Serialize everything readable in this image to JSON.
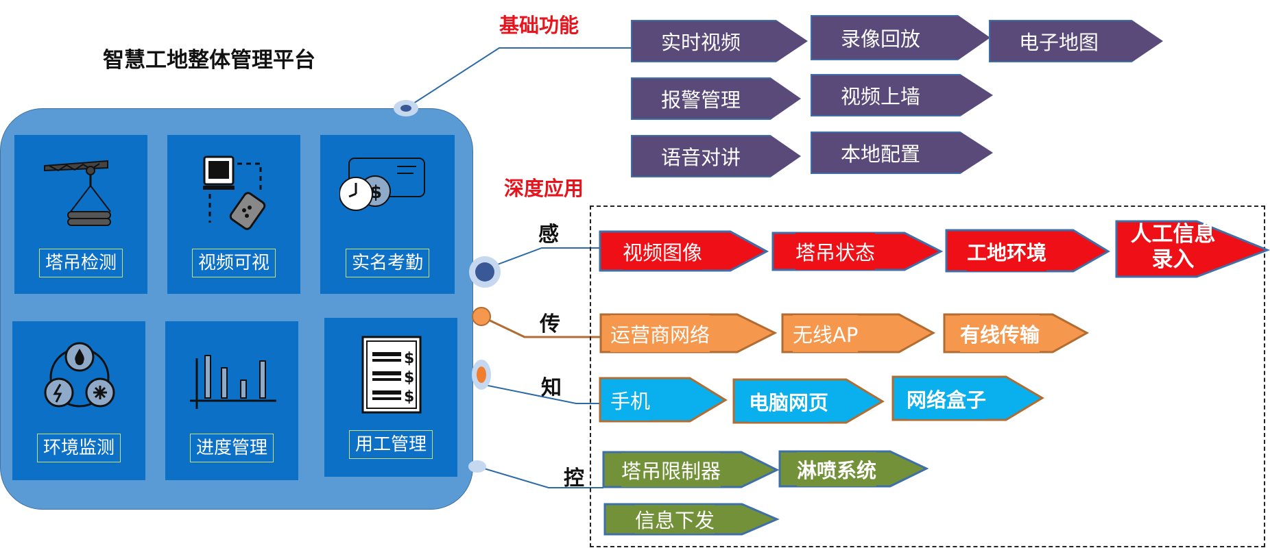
{
  "title": "智慧工地整体管理平台",
  "sections": {
    "basic": "基础功能",
    "deep": "深度应用"
  },
  "modules": [
    {
      "label": "塔吊检测",
      "icon": "tower-crane-icon"
    },
    {
      "label": "视频可视",
      "icon": "video-monitoring-icon"
    },
    {
      "label": "实名考勤",
      "icon": "attendance-clock-icon"
    },
    {
      "label": "环境监测",
      "icon": "environment-icon"
    },
    {
      "label": "进度管理",
      "icon": "bar-chart-icon"
    },
    {
      "label": "用工管理",
      "icon": "document-list-icon"
    }
  ],
  "basic_functions": [
    "实时视频",
    "录像回放",
    "电子地图",
    "报警管理",
    "视频上墙",
    "语音对讲",
    "本地配置"
  ],
  "deep_rows": [
    {
      "label": "感",
      "items": [
        "视频图像",
        "塔吊状态",
        "工地环境",
        "人工信息",
        "录入"
      ],
      "color": "#ef0f16"
    },
    {
      "label": "传",
      "items": [
        "运营商网络",
        "无线AP",
        "有线传输"
      ],
      "color": "#f5974d"
    },
    {
      "label": "知",
      "items": [
        "手机",
        "电脑网页",
        "网络盒子"
      ],
      "color": "#0ab0ee"
    },
    {
      "label": "控",
      "items": [
        "塔吊限制器",
        "淋喷系统",
        "信息下发"
      ],
      "color": "#739139"
    }
  ]
}
